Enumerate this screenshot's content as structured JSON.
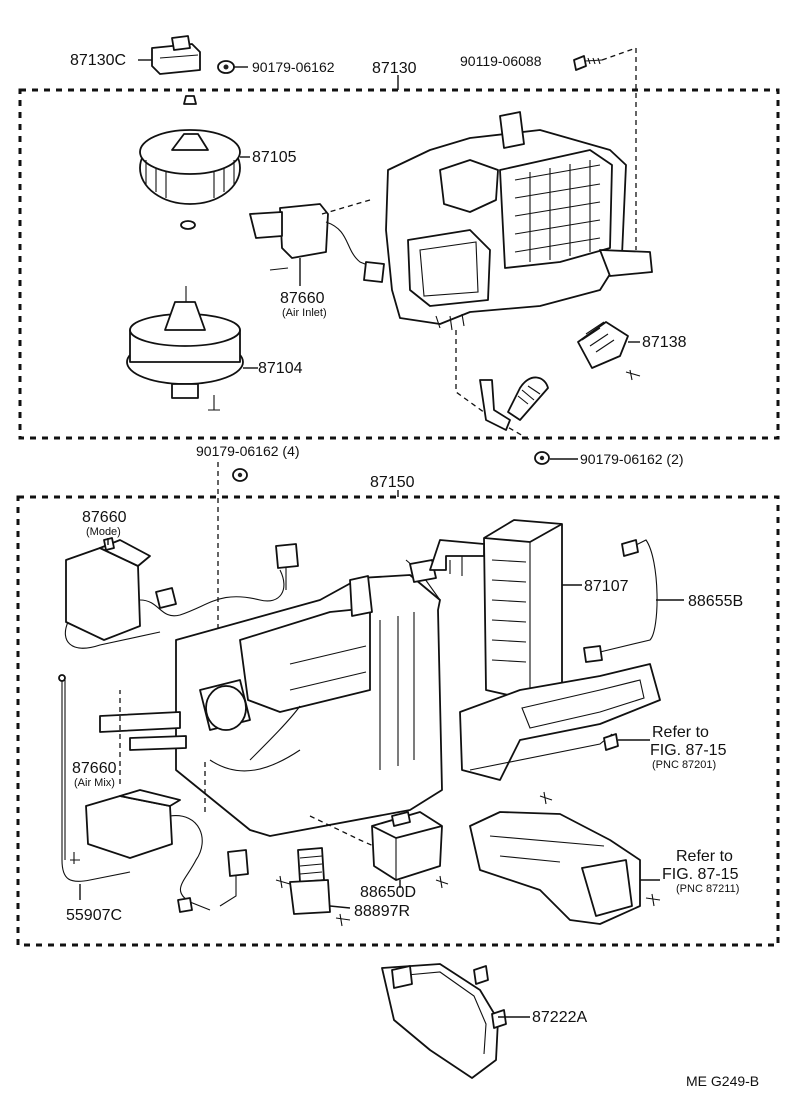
{
  "diagram": {
    "labels": {
      "p87130C": "87130C",
      "p90179a": "90179-06162",
      "p87130": "87130",
      "p90119": "90119-06088",
      "p87105": "87105",
      "p87660_inlet": "87660",
      "p87660_inlet_sub": "(Air Inlet)",
      "p87104": "87104",
      "p87138": "87138",
      "p90179_4": "90179-06162 (4)",
      "p90179_2": "90179-06162 (2)",
      "p87150": "87150",
      "p87660_mode": "87660",
      "p87660_mode_sub": "(Mode)",
      "p87107": "87107",
      "p88655B": "88655B",
      "ref1_line1": "Refer to",
      "ref1_line2": "FIG. 87-15",
      "ref1_line3": "(PNC 87201)",
      "p87660_air": "87660",
      "p87660_air_sub": "(Air Mix)",
      "p55907C": "55907C",
      "p88650D": "88650D",
      "p88897R": "88897R",
      "ref2_line1": "Refer to",
      "ref2_line2": "FIG. 87-15",
      "ref2_line3": "(PNC 87211)",
      "p87222A": "87222A",
      "footer_code": "ME  G249-B"
    }
  }
}
